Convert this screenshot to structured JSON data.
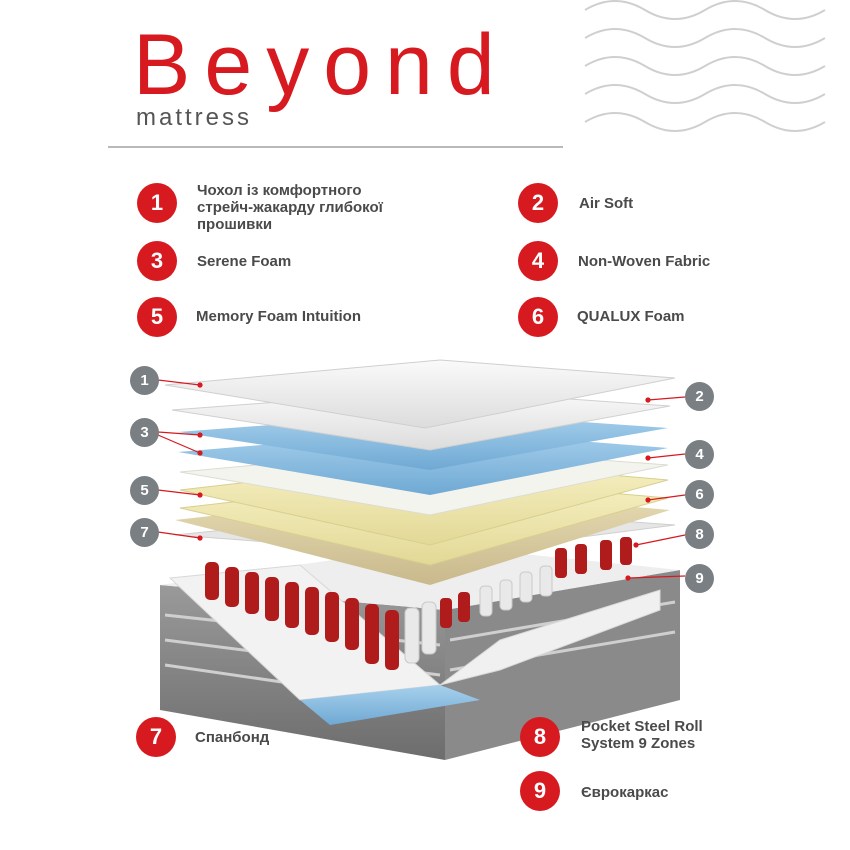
{
  "brand": {
    "name": "Beyond",
    "subtitle": "mattress"
  },
  "legend_top": [
    {
      "num": "1",
      "label": "Чохол із комфортного стрейч-жакарду глибокої прошивки"
    },
    {
      "num": "2",
      "label": "Air Soft"
    },
    {
      "num": "3",
      "label": "Serene Foam"
    },
    {
      "num": "4",
      "label": "Non-Woven Fabric"
    },
    {
      "num": "5",
      "label": "Memory Foam Intuition"
    },
    {
      "num": "6",
      "label": "QUALUX Foam"
    }
  ],
  "legend_bottom": [
    {
      "num": "7",
      "label": "Спанбонд"
    },
    {
      "num": "8",
      "label": "Pocket Steel Roll System 9 Zones"
    },
    {
      "num": "9",
      "label": "Єврокаркас"
    }
  ],
  "callouts": [
    "1",
    "2",
    "3",
    "4",
    "5",
    "6",
    "7",
    "8",
    "9"
  ],
  "colors": {
    "accent": "#d71920",
    "callout": "#7a7f83",
    "foam_blue": "#8cc0e3",
    "foam_yellow": "#f2ebb0",
    "spring_red": "#b01c1c"
  }
}
